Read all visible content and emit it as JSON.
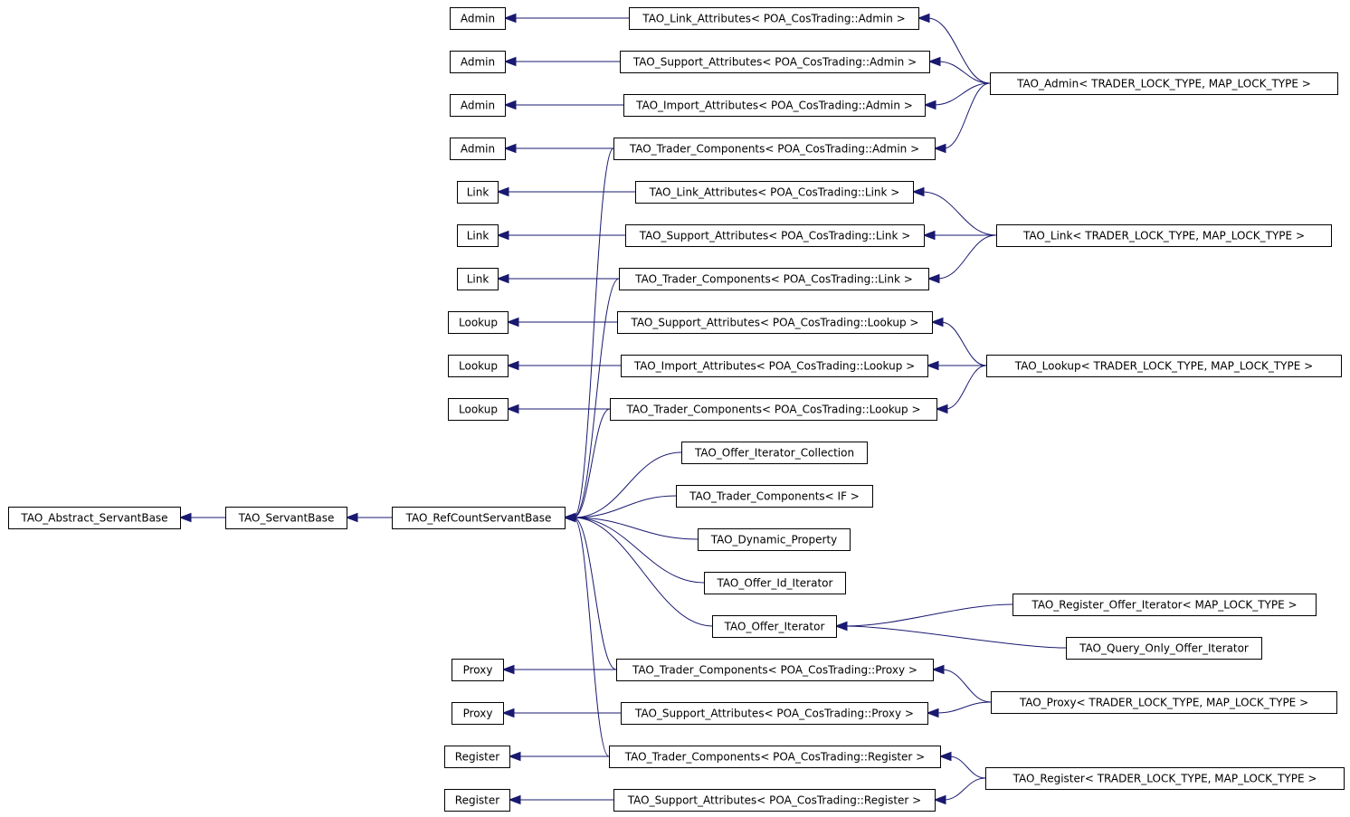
{
  "diagram": {
    "type": "inheritance-graph",
    "colors": {
      "edge": "#191970",
      "arrowhead": "#191970",
      "node_border": "#000000",
      "node_fill": "#ffffff",
      "text": "#000000"
    },
    "nodes": [
      {
        "id": "admin_1",
        "label": "Admin"
      },
      {
        "id": "admin_2",
        "label": "Admin"
      },
      {
        "id": "admin_3",
        "label": "Admin"
      },
      {
        "id": "admin_4",
        "label": "Admin"
      },
      {
        "id": "link_1",
        "label": "Link"
      },
      {
        "id": "link_2",
        "label": "Link"
      },
      {
        "id": "link_3",
        "label": "Link"
      },
      {
        "id": "lookup_1",
        "label": "Lookup"
      },
      {
        "id": "lookup_2",
        "label": "Lookup"
      },
      {
        "id": "lookup_3",
        "label": "Lookup"
      },
      {
        "id": "proxy_1",
        "label": "Proxy"
      },
      {
        "id": "proxy_2",
        "label": "Proxy"
      },
      {
        "id": "register_1",
        "label": "Register"
      },
      {
        "id": "register_2",
        "label": "Register"
      },
      {
        "id": "abstract_servant_base",
        "label": "TAO_Abstract_ServantBase"
      },
      {
        "id": "servant_base",
        "label": "TAO_ServantBase"
      },
      {
        "id": "refcount_servant_base",
        "label": "TAO_RefCountServantBase"
      },
      {
        "id": "link_attr_admin",
        "label": "TAO_Link_Attributes< POA_CosTrading::Admin >"
      },
      {
        "id": "support_attr_admin",
        "label": "TAO_Support_Attributes< POA_CosTrading::Admin >"
      },
      {
        "id": "import_attr_admin",
        "label": "TAO_Import_Attributes< POA_CosTrading::Admin >"
      },
      {
        "id": "trader_comp_admin",
        "label": "TAO_Trader_Components< POA_CosTrading::Admin >"
      },
      {
        "id": "link_attr_link",
        "label": "TAO_Link_Attributes< POA_CosTrading::Link >"
      },
      {
        "id": "support_attr_link",
        "label": "TAO_Support_Attributes< POA_CosTrading::Link >"
      },
      {
        "id": "trader_comp_link",
        "label": "TAO_Trader_Components< POA_CosTrading::Link >"
      },
      {
        "id": "support_attr_lookup",
        "label": "TAO_Support_Attributes< POA_CosTrading::Lookup >"
      },
      {
        "id": "import_attr_lookup",
        "label": "TAO_Import_Attributes< POA_CosTrading::Lookup >"
      },
      {
        "id": "trader_comp_lookup",
        "label": "TAO_Trader_Components< POA_CosTrading::Lookup >"
      },
      {
        "id": "offer_iter_collection",
        "label": "TAO_Offer_Iterator_Collection"
      },
      {
        "id": "trader_comp_if",
        "label": "TAO_Trader_Components< IF >"
      },
      {
        "id": "dynamic_property",
        "label": "TAO_Dynamic_Property"
      },
      {
        "id": "offer_id_iterator",
        "label": "TAO_Offer_Id_Iterator"
      },
      {
        "id": "offer_iterator",
        "label": "TAO_Offer_Iterator"
      },
      {
        "id": "trader_comp_proxy",
        "label": "TAO_Trader_Components< POA_CosTrading::Proxy >"
      },
      {
        "id": "support_attr_proxy",
        "label": "TAO_Support_Attributes< POA_CosTrading::Proxy >"
      },
      {
        "id": "trader_comp_register",
        "label": "TAO_Trader_Components< POA_CosTrading::Register >"
      },
      {
        "id": "support_attr_register",
        "label": "TAO_Support_Attributes< POA_CosTrading::Register >"
      },
      {
        "id": "tao_admin",
        "label": "TAO_Admin< TRADER_LOCK_TYPE, MAP_LOCK_TYPE >"
      },
      {
        "id": "tao_link",
        "label": "TAO_Link< TRADER_LOCK_TYPE, MAP_LOCK_TYPE >"
      },
      {
        "id": "tao_lookup",
        "label": "TAO_Lookup< TRADER_LOCK_TYPE, MAP_LOCK_TYPE >"
      },
      {
        "id": "register_offer_iterator",
        "label": "TAO_Register_Offer_Iterator< MAP_LOCK_TYPE >"
      },
      {
        "id": "query_only_offer_iterator",
        "label": "TAO_Query_Only_Offer_Iterator"
      },
      {
        "id": "tao_proxy",
        "label": "TAO_Proxy< TRADER_LOCK_TYPE, MAP_LOCK_TYPE >"
      },
      {
        "id": "tao_register",
        "label": "TAO_Register< TRADER_LOCK_TYPE, MAP_LOCK_TYPE >"
      }
    ],
    "edges": [
      {
        "from": "servant_base",
        "to": "abstract_servant_base"
      },
      {
        "from": "refcount_servant_base",
        "to": "servant_base"
      },
      {
        "from": "link_attr_admin",
        "to": "admin_1"
      },
      {
        "from": "support_attr_admin",
        "to": "admin_2"
      },
      {
        "from": "import_attr_admin",
        "to": "admin_3"
      },
      {
        "from": "trader_comp_admin",
        "to": "admin_4"
      },
      {
        "from": "link_attr_link",
        "to": "link_1"
      },
      {
        "from": "support_attr_link",
        "to": "link_2"
      },
      {
        "from": "trader_comp_link",
        "to": "link_3"
      },
      {
        "from": "support_attr_lookup",
        "to": "lookup_1"
      },
      {
        "from": "import_attr_lookup",
        "to": "lookup_2"
      },
      {
        "from": "trader_comp_lookup",
        "to": "lookup_3"
      },
      {
        "from": "trader_comp_proxy",
        "to": "proxy_1"
      },
      {
        "from": "support_attr_proxy",
        "to": "proxy_2"
      },
      {
        "from": "trader_comp_register",
        "to": "register_1"
      },
      {
        "from": "support_attr_register",
        "to": "register_2"
      },
      {
        "from": "trader_comp_admin",
        "to": "refcount_servant_base"
      },
      {
        "from": "trader_comp_link",
        "to": "refcount_servant_base"
      },
      {
        "from": "trader_comp_lookup",
        "to": "refcount_servant_base"
      },
      {
        "from": "offer_iter_collection",
        "to": "refcount_servant_base"
      },
      {
        "from": "trader_comp_if",
        "to": "refcount_servant_base"
      },
      {
        "from": "dynamic_property",
        "to": "refcount_servant_base"
      },
      {
        "from": "offer_id_iterator",
        "to": "refcount_servant_base"
      },
      {
        "from": "offer_iterator",
        "to": "refcount_servant_base"
      },
      {
        "from": "trader_comp_proxy",
        "to": "refcount_servant_base"
      },
      {
        "from": "trader_comp_register",
        "to": "refcount_servant_base"
      },
      {
        "from": "tao_admin",
        "to": "link_attr_admin"
      },
      {
        "from": "tao_admin",
        "to": "support_attr_admin"
      },
      {
        "from": "tao_admin",
        "to": "import_attr_admin"
      },
      {
        "from": "tao_admin",
        "to": "trader_comp_admin"
      },
      {
        "from": "tao_link",
        "to": "link_attr_link"
      },
      {
        "from": "tao_link",
        "to": "support_attr_link"
      },
      {
        "from": "tao_link",
        "to": "trader_comp_link"
      },
      {
        "from": "tao_lookup",
        "to": "support_attr_lookup"
      },
      {
        "from": "tao_lookup",
        "to": "import_attr_lookup"
      },
      {
        "from": "tao_lookup",
        "to": "trader_comp_lookup"
      },
      {
        "from": "register_offer_iterator",
        "to": "offer_iterator"
      },
      {
        "from": "query_only_offer_iterator",
        "to": "offer_iterator"
      },
      {
        "from": "tao_proxy",
        "to": "trader_comp_proxy"
      },
      {
        "from": "tao_proxy",
        "to": "support_attr_proxy"
      },
      {
        "from": "tao_register",
        "to": "trader_comp_register"
      },
      {
        "from": "tao_register",
        "to": "support_attr_register"
      }
    ]
  }
}
